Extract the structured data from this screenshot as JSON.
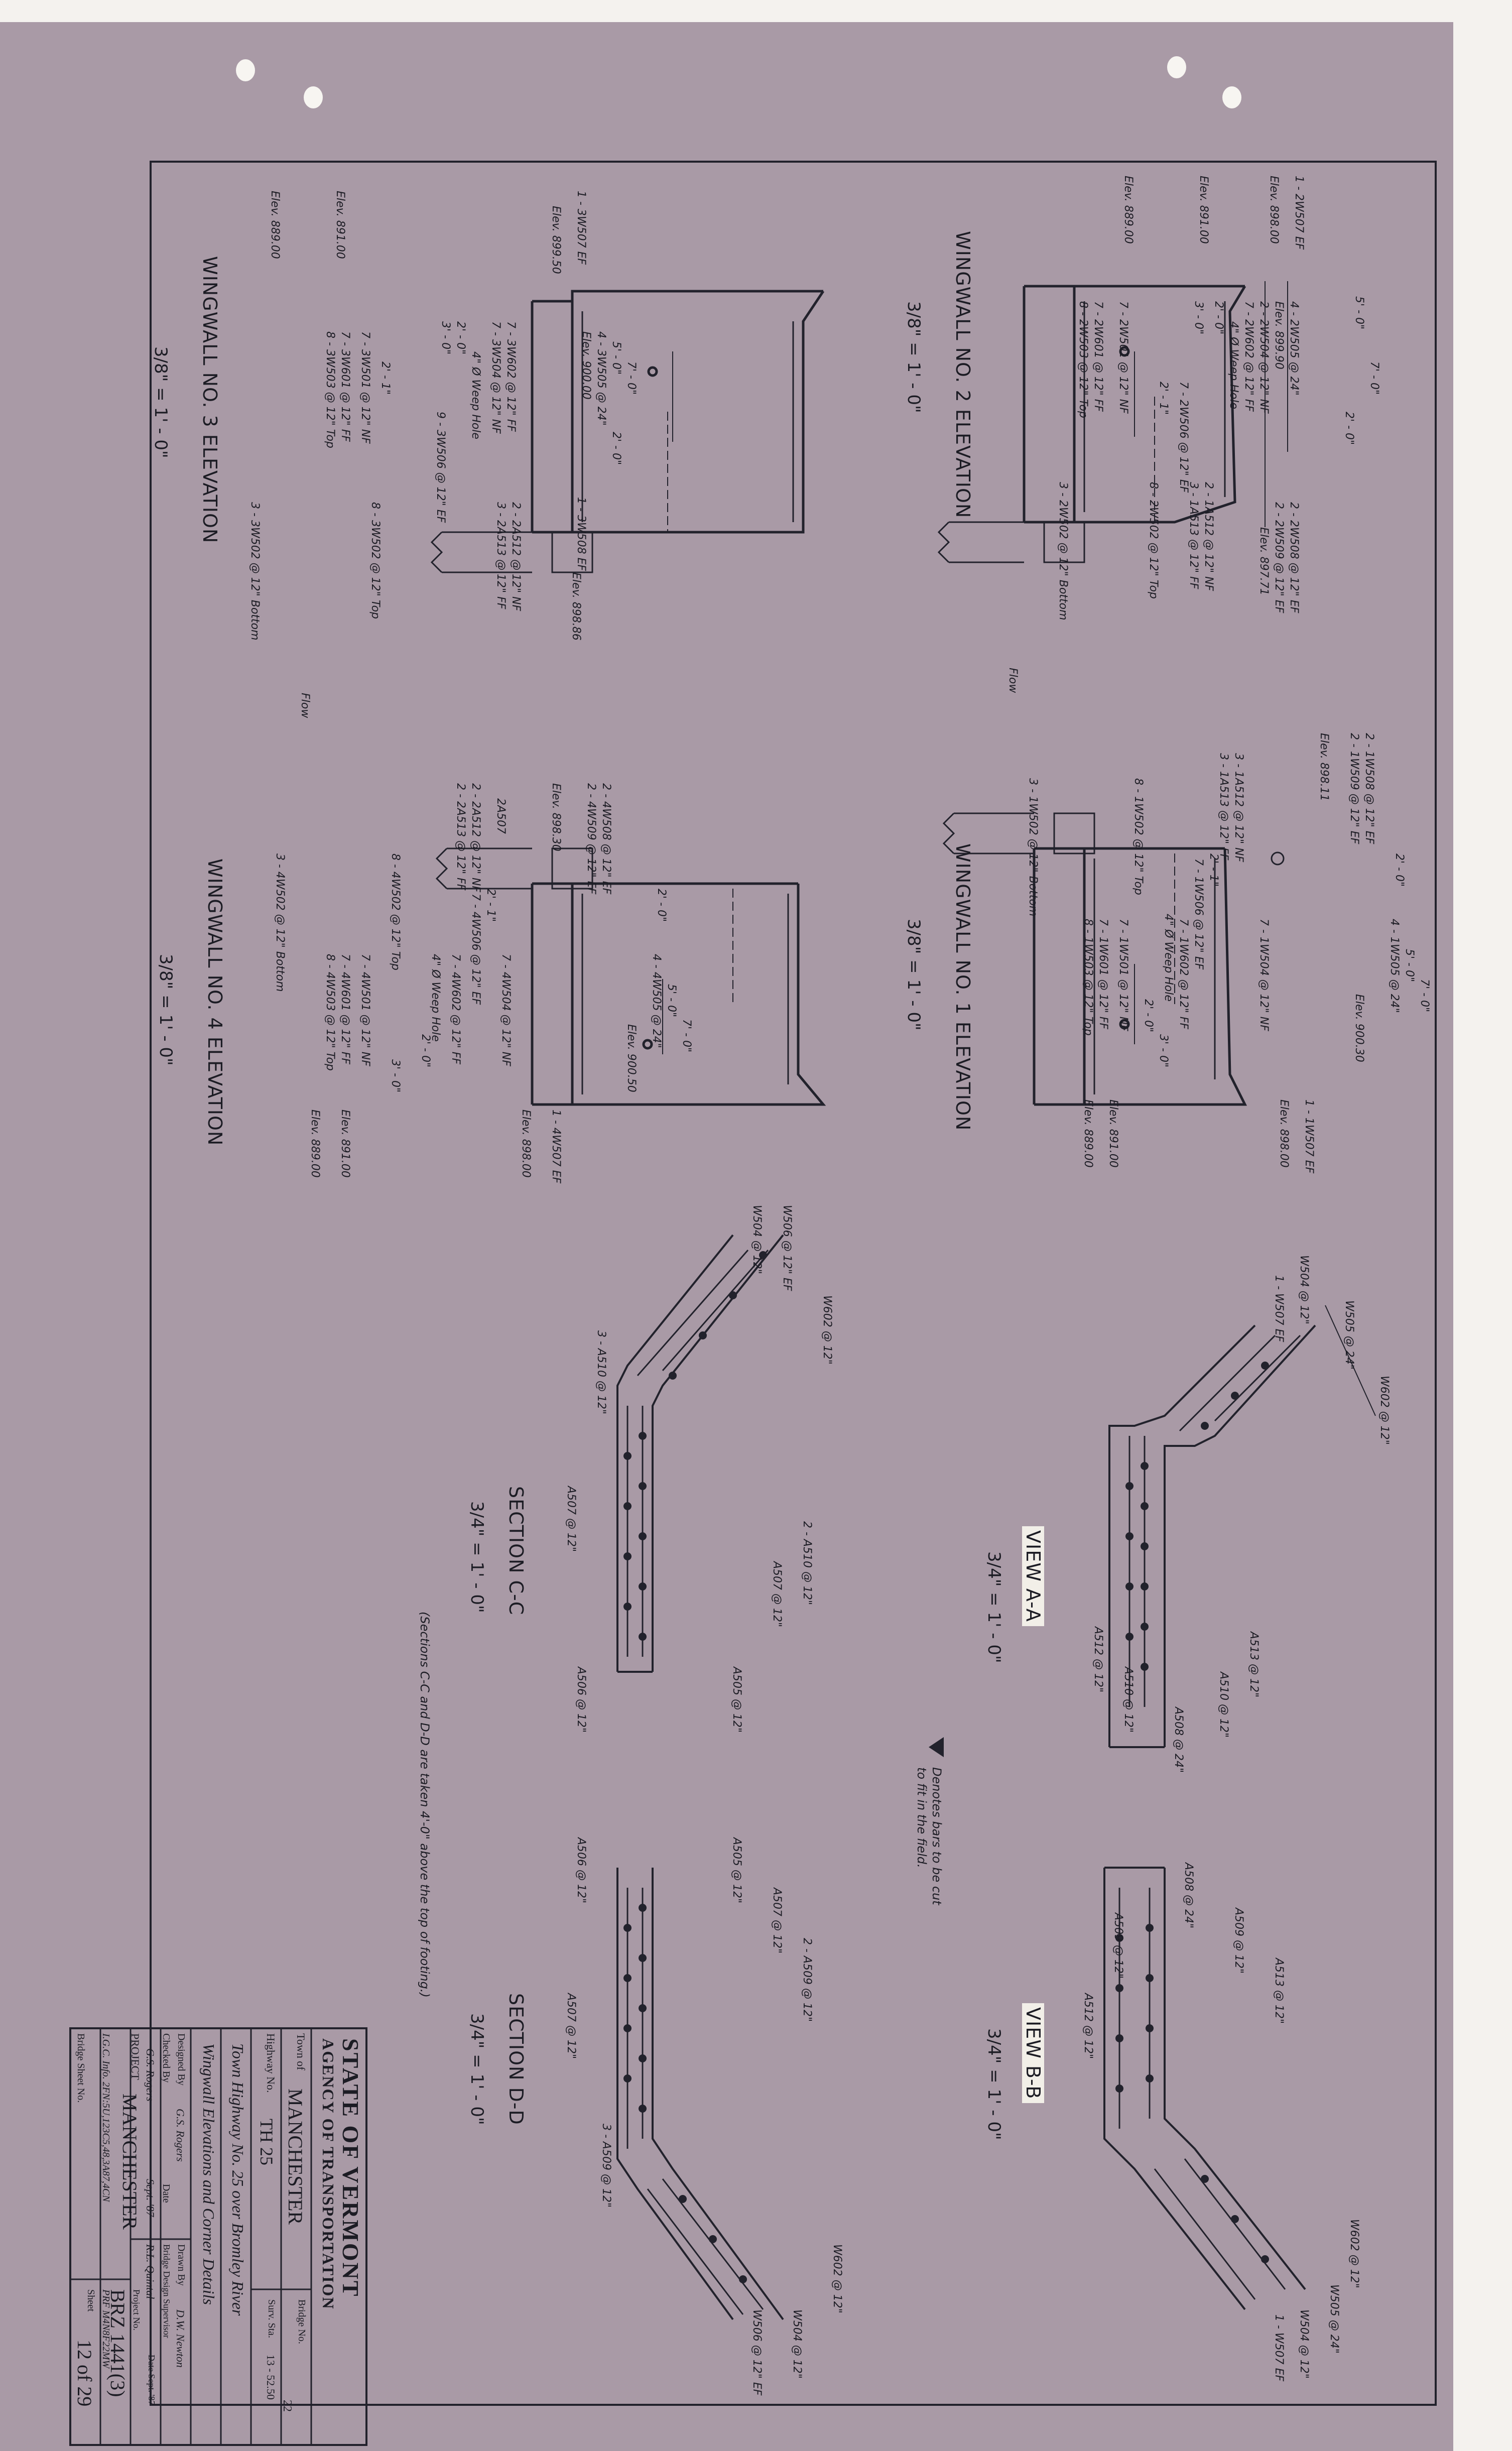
{
  "drawing": {
    "wingwall_2": {
      "title": "WINGWALL NO. 2 ELEVATION",
      "scale": "3/8\" = 1' - 0\"",
      "labels": [
        "1 - 2W507 EF",
        "4 - 2W505 @ 24\"",
        "7' - 0\"",
        "5' - 0\"",
        "2' - 0\"",
        "Elev. 898.00",
        "Elev. 899.90",
        "2 - 2W504 @ 12\" NF",
        "7 - 2W602 @ 12\" FF",
        "2' - 0\"",
        "3' - 0\"",
        "4\" Ø Weep Hole",
        "7 - 2W506 @ 12\" EF",
        "2' - 1\"",
        "Elev. 891.00",
        "7 - 2W501 @ 12\" NF",
        "7 - 2W601 @ 12\" FF",
        "8 - 2W503 @ 12\" Top",
        "Elev. 889.00",
        "3 - 2W502 @ 12\" Bottom",
        "8 - 2W502 @ 12\" Top",
        "2 - 1A512 @ 12\" NF",
        "3 - 1A513 @ 12\" FF",
        "2 - 2W508 @ 12\" EF",
        "2 - 2W509 @ 12\" EF",
        "Elev. 897.71"
      ]
    },
    "wingwall_3": {
      "title": "WINGWALL NO. 3 ELEVATION",
      "scale": "3/8\" = 1' - 0\"",
      "labels": [
        "1 - 3W507 EF",
        "Elev. 899.50",
        "7' - 0\"",
        "5' - 0\"",
        "4 - 3W505 @ 24\"",
        "2' - 0\"",
        "Elev. 900.00",
        "7 - 3W602 @ 12\" FF",
        "7 - 3W504 @ 12\" NF",
        "2' - 0\"",
        "3' - 0\"",
        "4\" Ø Weep Hole",
        "9 - 3W506 @ 12\" EF",
        "2' - 1\"",
        "Elev. 891.00",
        "7 - 3W501 @ 12\" NF",
        "7 - 3W601 @ 12\" FF",
        "8 - 3W503 @ 12\" Top",
        "Elev. 889.00",
        "3 - 3W502 @ 12\" Bottom",
        "8 - 3W502 @ 12\" Top",
        "2 - 2A512 @ 12\" NF",
        "3 - 2A513 @ 12\" FF",
        "1 - 3W508 EF",
        "Elev. 898.86"
      ]
    },
    "wingwall_1": {
      "title": "WINGWALL NO. 1 ELEVATION",
      "scale": "3/8\" = 1' - 0\"",
      "labels": [
        "2 - 1W508 @ 12\" EF",
        "2 - 1W509 @ 12\" EF",
        "Elev. 898.11",
        "3 - 1A512 @ 12\" NF",
        "3 - 1A513 @ 12\" FF",
        "8 - 1W502 @ 12\" Top",
        "3 - 1W502 @ 12\" Bottom",
        "7' - 0\"",
        "2' - 0\"",
        "5' - 0\"",
        "4 - 1W505 @ 24\"",
        "Elev. 900.30",
        "7 - 1W504 @ 12\" NF",
        "7 - 1W602 @ 12\" FF",
        "2' - 1\"",
        "7 - 1W506 @ 12\" EF",
        "4\" Ø Weep Hole",
        "2' - 0\"",
        "3' - 0\"",
        "7 - 1W501 @ 12\" NF",
        "7 - 1W601 @ 12\" FF",
        "8 - 1W503 @ 12\" Top",
        "Elev. 891.00",
        "Elev. 889.00",
        "Elev. 898.00",
        "1 - 1W507 EF"
      ]
    },
    "wingwall_4": {
      "title": "WINGWALL NO. 4 ELEVATION",
      "scale": "3/8\" = 1' - 0\"",
      "labels": [
        "2 - 4W508 @ 12\" EF",
        "2 - 4W509 @ 12\" EF",
        "Elev. 898.30",
        "2A507",
        "2 - 2A512 @ 12\" NF",
        "2 - 2A513 @ 12\" FF",
        "8 - 4W502 @ 12\" Top",
        "3 - 4W502 @ 12\" Bottom",
        "7' - 0\"",
        "2' - 0\"",
        "5' - 0\"",
        "4 - 4W505 @ 24\"",
        "Elev. 900.50",
        "7 - 4W504 @ 12\" NF",
        "7 - 4W602 @ 12\" FF",
        "2' - 1\"",
        "7 - 4W506 @ 12\" EF",
        "4\" Ø Weep Hole",
        "2' - 0\"",
        "3' - 0\"",
        "7 - 4W501 @ 12\" NF",
        "7 - 4W601 @ 12\" FF",
        "8 - 4W503 @ 12\" Top",
        "Elev. 891.00",
        "Elev. 889.00",
        "Elev. 898.00",
        "1 - 4W507 EF"
      ]
    },
    "flow_labels": [
      "Flow",
      "Flow"
    ],
    "section_cc": {
      "title": "SECTION C-C",
      "scale": "3/4\" = 1' - 0\"",
      "labels": [
        "W506 @ 12\" EF",
        "W504 @ 12\"",
        "W602 @ 12\"",
        "3 - A510 @ 12\"",
        "A507 @ 12\"",
        "2 - A510 @ 12\"",
        "A507 @ 12\"",
        "A505 @ 12\"",
        "A506 @ 12\""
      ]
    },
    "section_dd": {
      "title": "SECTION D-D",
      "scale": "3/4\" = 1' - 0\"",
      "labels": [
        "A506 @ 12\"",
        "A505 @ 12\"",
        "A507 @ 12\"",
        "2 - A509 @ 12\"",
        "A507 @ 12\"",
        "3 - A509 @ 12\"",
        "W602 @ 12\"",
        "W504 @ 12\"",
        "W506 @ 12\" EF"
      ]
    },
    "view_aa": {
      "title": "VIEW A-A",
      "scale": "3/4\" = 1' - 0\"",
      "labels": [
        "1 - W507 EF",
        "W504 @ 12\"",
        "W505 @ 24\"",
        "W602 @ 12\"",
        "A513 @ 12\"",
        "A510 @ 12\"",
        "A508 @ 24\"",
        "A510 @ 12\"",
        "A512 @ 12\""
      ]
    },
    "view_bb": {
      "title": "VIEW B-B",
      "scale": "3/4\" = 1' - 0\"",
      "labels": [
        "A508 @ 24\"",
        "A509 @ 12\"",
        "A513 @ 12\"",
        "A509 @ 12\"",
        "A512 @ 12\"",
        "W602 @ 12\"",
        "W505 @ 24\"",
        "W504 @ 12\"",
        "1 - W507 EF"
      ]
    },
    "notes": {
      "bars_note_line1": "Denotes bars to be cut",
      "bars_note_line2": "to fit in the field.",
      "sections_note": "(Sections C-C and D-D are taken 4'-0\" above the top of footing.)"
    }
  },
  "title_block": {
    "state": "STATE OF VERMONT",
    "agency": "AGENCY OF TRANSPORTATION",
    "town_label": "Town of",
    "town": "MANCHESTER",
    "bridge_no_label": "Bridge No.",
    "bridge_no": "22",
    "highway_label": "Highway No.",
    "highway": "TH 25",
    "station_label": "Surv. Sta.",
    "station": "13 - 52.50",
    "description_1": "Town Highway No. 25 over Bromley River",
    "description_2": "Wingwall Elevations and Corner Details",
    "designed_by_label": "Designed By",
    "designed_by": "G.S. Rogers",
    "drawn_by_label": "Drawn By",
    "drawn_by": "D.W. Newton",
    "checked_by_label": "Checked By",
    "checked_by": "G.S. Rogers",
    "date_label": "Date",
    "date": "Sept. '87",
    "supervisor_label": "Bridge Design Supervisor",
    "supervisor": "R.L. Quintal",
    "supervisor_date": "Date Sept. '87",
    "project_label": "PROJECT",
    "project": "MANCHESTER",
    "project_no_label": "Project No.",
    "project_no": "BRZ 1441(3)",
    "ug_info": "I.G.C. Info. 2FN:5U,123C5,48,3A87,4CN",
    "file_no": "PRF M4N8F22MW",
    "sheet_label": "Sheet",
    "sheet": "12 of 29",
    "bridge_sheet_label": "Bridge Sheet No."
  },
  "colors": {
    "paper": "#a99aa6",
    "ink": "#1c1c24",
    "margin": "#f4f2ee"
  }
}
